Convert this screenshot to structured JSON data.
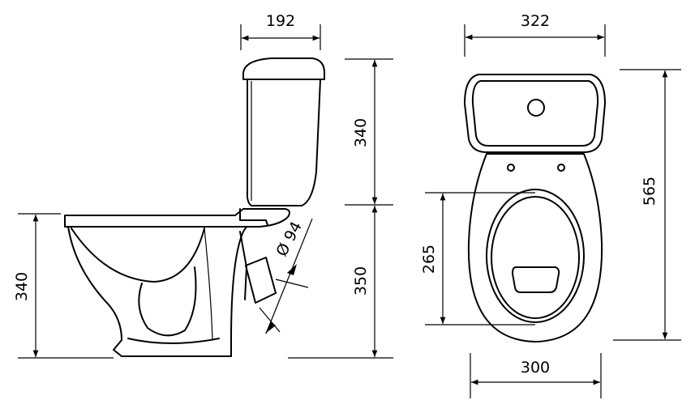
{
  "side_view": {
    "tank_depth": "192",
    "tank_height": "340",
    "pan_height": "350",
    "bowl_height": "340",
    "outlet_diameter": "Ø 94"
  },
  "top_view": {
    "tank_width": "322",
    "overall_length": "565",
    "seat_length": "265",
    "bowl_width": "300"
  }
}
